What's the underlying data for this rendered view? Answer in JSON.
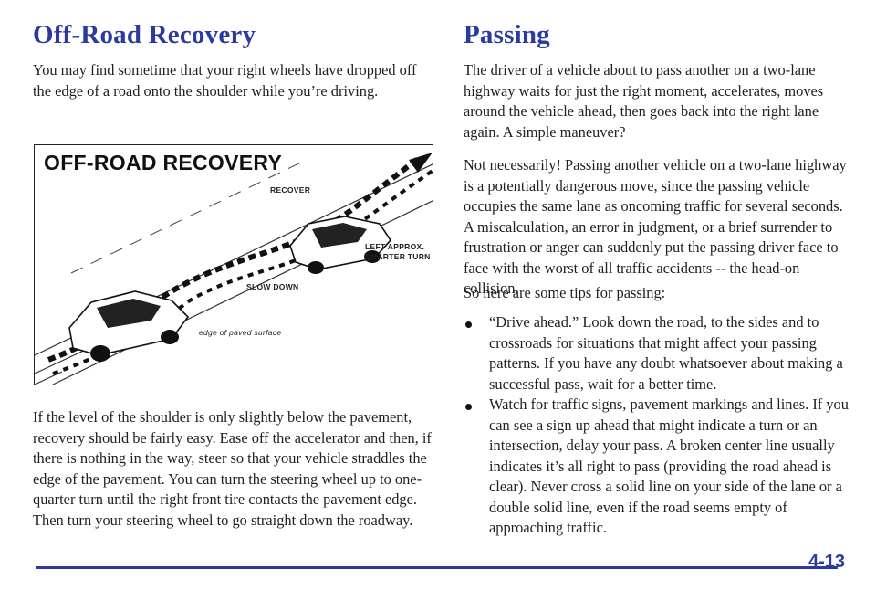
{
  "left": {
    "heading": "Off-Road Recovery",
    "intro": "You may find sometime that your right wheels have dropped off the edge of a road onto the shoulder while you’re driving.",
    "body": "If the level of the shoulder is only slightly below the pavement, recovery should be fairly easy. Ease off the accelerator and then, if there is nothing in the way, steer so that your vehicle straddles the edge of the pavement. You can turn the steering wheel up to one-quarter turn until the right front tire contacts the pavement edge. Then turn your steering wheel to go straight down the roadway."
  },
  "figure": {
    "title": "OFF-ROAD RECOVERY",
    "labels": {
      "recover": "RECOVER",
      "left_turn_line1": "LEFT APPROX.",
      "left_turn_line2": "QUARTER TURN",
      "slow_down": "SLOW DOWN",
      "edge": "edge of paved surface"
    }
  },
  "right": {
    "heading": "Passing",
    "p1": "The driver of a vehicle about to pass another on a two-lane highway waits for just the right moment, accelerates, moves around the vehicle ahead, then goes back into the right lane again. A simple maneuver?",
    "p2": "Not necessarily! Passing another vehicle on a two-lane highway is a potentially dangerous move, since the passing vehicle occupies the same lane as oncoming traffic for several seconds. A miscalculation, an error in judgment, or a brief surrender to frustration or anger can suddenly put the passing driver face to face with the worst of all traffic accidents -- the head-on collision.",
    "p3": "So here are some tips for passing:",
    "bullets": [
      "“Drive ahead.” Look down the road, to the sides and to crossroads for situations that might affect your passing patterns. If you have any doubt whatsoever about making a successful pass, wait for a better time.",
      "Watch for traffic signs, pavement markings and lines. If you can see a sign up ahead that might indicate a turn or an intersection, delay your pass. A broken center line usually indicates it’s all right to pass (providing the road ahead is clear). Never cross a solid line on your side of the lane or a double solid line, even if the road seems empty of approaching traffic."
    ]
  },
  "footer": {
    "page_number": "4-13"
  },
  "colors": {
    "heading": "#2a3a9e",
    "rule": "#2a3a9e",
    "text": "#1f1f1f"
  }
}
